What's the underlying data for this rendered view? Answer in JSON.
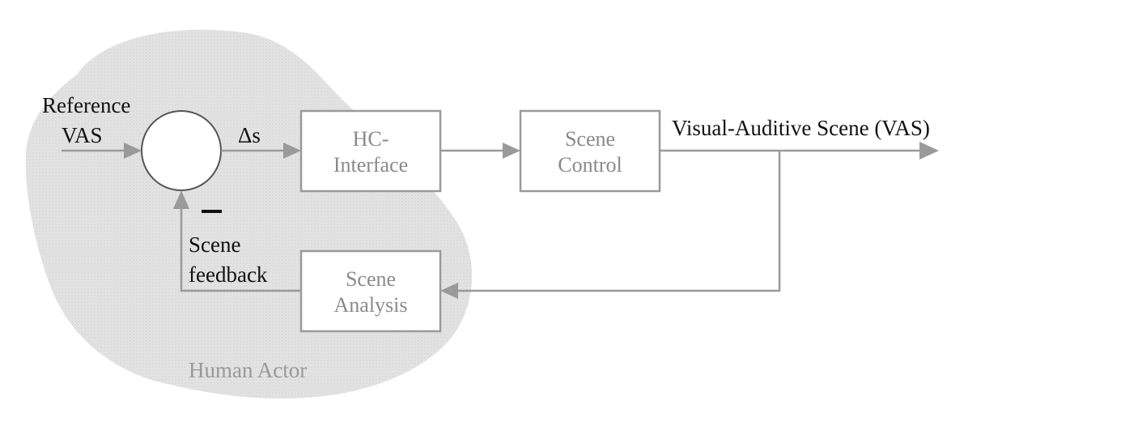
{
  "labels": {
    "reference_line1": "Reference",
    "reference_line2": "VAS",
    "delta": "Δs",
    "minus": "−",
    "feedback_line1": "Scene",
    "feedback_line2": "feedback",
    "output": "Visual-Auditive Scene (VAS)",
    "human_actor": "Human Actor"
  },
  "blocks": {
    "hc_interface": {
      "line1": "HC-",
      "line2": "Interface"
    },
    "scene_control": {
      "line1": "Scene",
      "line2": "Control"
    },
    "scene_analysis": {
      "line1": "Scene",
      "line2": "Analysis"
    }
  },
  "colors": {
    "blob": "#dcdcdc",
    "block_border": "#9a9a9a",
    "block_text": "#8a8a8a",
    "label_text": "#111111",
    "human_actor_text": "#999999"
  }
}
